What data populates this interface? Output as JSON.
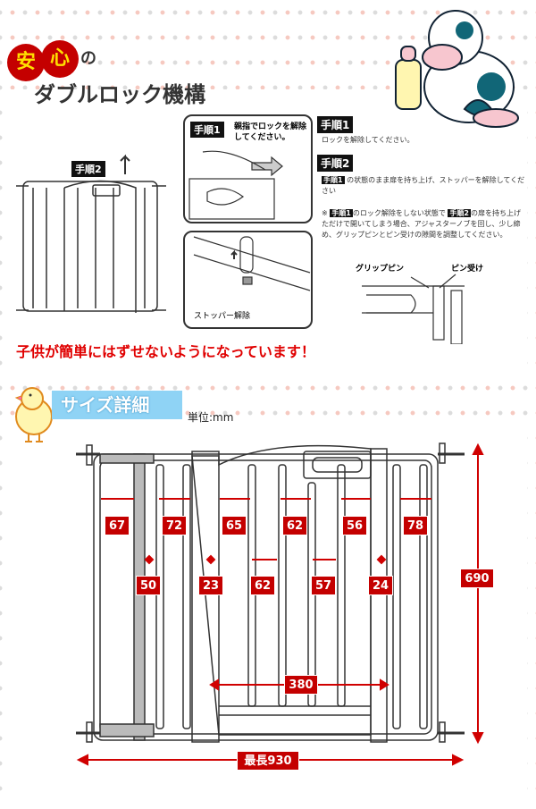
{
  "header": {
    "circle1": "安",
    "circle2": "心",
    "no": "の",
    "title": "ダブルロック機構"
  },
  "diagram": {
    "step2_tag": "手順2",
    "step1_tag": "手順1",
    "step1_bubble": "親指でロックを解除してください。",
    "stopper_label": "ストッパー解除"
  },
  "steps": [
    {
      "tag": "手順1",
      "text": "ロックを解除してください。"
    },
    {
      "tag": "手順2",
      "ref": "手順1",
      "text": "の状態のまま扉を持ち上げ、ストッパーを解除してください"
    }
  ],
  "note": {
    "mark": "※",
    "ref1": "手順1",
    "text1": "のロック解除をしない状態で",
    "ref2": "手順2",
    "text2": "の扉を持ち上げただけで開いてしまう場合、アジャスターノブを回し、少し締め、グリップピンとピン受けの隙間を調整してください。"
  },
  "detail": {
    "grip_pin": "グリップピン",
    "pin_receiver": "ピン受け"
  },
  "tagline": "子供が簡単にはずせないようになっています！",
  "size": {
    "title": "サイズ詳細",
    "unit": "単位:mm",
    "row1": [
      "67",
      "72",
      "65",
      "62",
      "56",
      "78"
    ],
    "row2": [
      "50",
      "23",
      "62",
      "57",
      "24"
    ],
    "height": "690",
    "door": "380",
    "max": "最長930"
  },
  "colors": {
    "red": "#c40000",
    "blue": "#8fd3f5"
  }
}
